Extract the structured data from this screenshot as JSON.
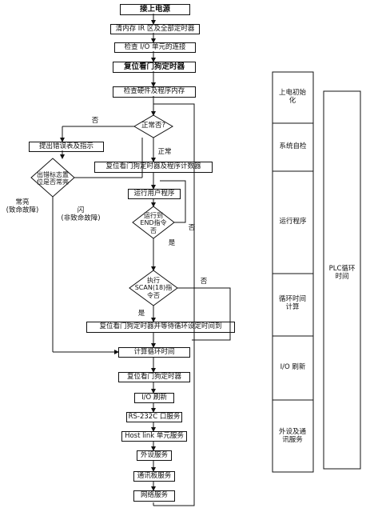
{
  "flow": {
    "power_on": "接上电源",
    "clear_ir": "清内存 IR 区及全部定时器",
    "check_io": "检查 I/O 单元的连接",
    "reset_wdt": "复位看门狗定时器",
    "check_hw": "检查硬件及程序内存",
    "normal_q": "正常否?",
    "no": "否",
    "yes": "正常",
    "show_error": "提出错误表及指示",
    "error_q": "出错标志置位是否常亮",
    "fatal": "常亮\n(致命故障)",
    "nonfatal": "闪\n(非致命故障)",
    "reset_wdt_counter": "复位看门狗定时器及程序计数器",
    "run_user": "运行用户程序",
    "end_q": "运行到END指令否",
    "end_no": "否",
    "end_yes": "是",
    "scan_q": "执行SCAN(18)指令否",
    "scan_no": "否",
    "scan_yes": "是",
    "reset_wait": "复位看门狗定时器并等待循环设定时间到",
    "calc_cycle": "计算循环时间",
    "reset_wdt2": "复位看门狗定时器",
    "io_refresh": "I/O 刷新",
    "rs232c": "RS-232C 口服务",
    "host_link": "Host link 单元服务",
    "peripheral": "外设服务",
    "comm": "通讯板服务",
    "network": "网络服务"
  },
  "phases": {
    "init": "上电初始化",
    "self_check": "系统自检",
    "run_program": "运行程序",
    "cycle_calc": "循环时间计算",
    "io_refresh": "I/O 刷新",
    "comm_service": "外设及通讯服务"
  },
  "plc_cycle": "PLC循环时间"
}
